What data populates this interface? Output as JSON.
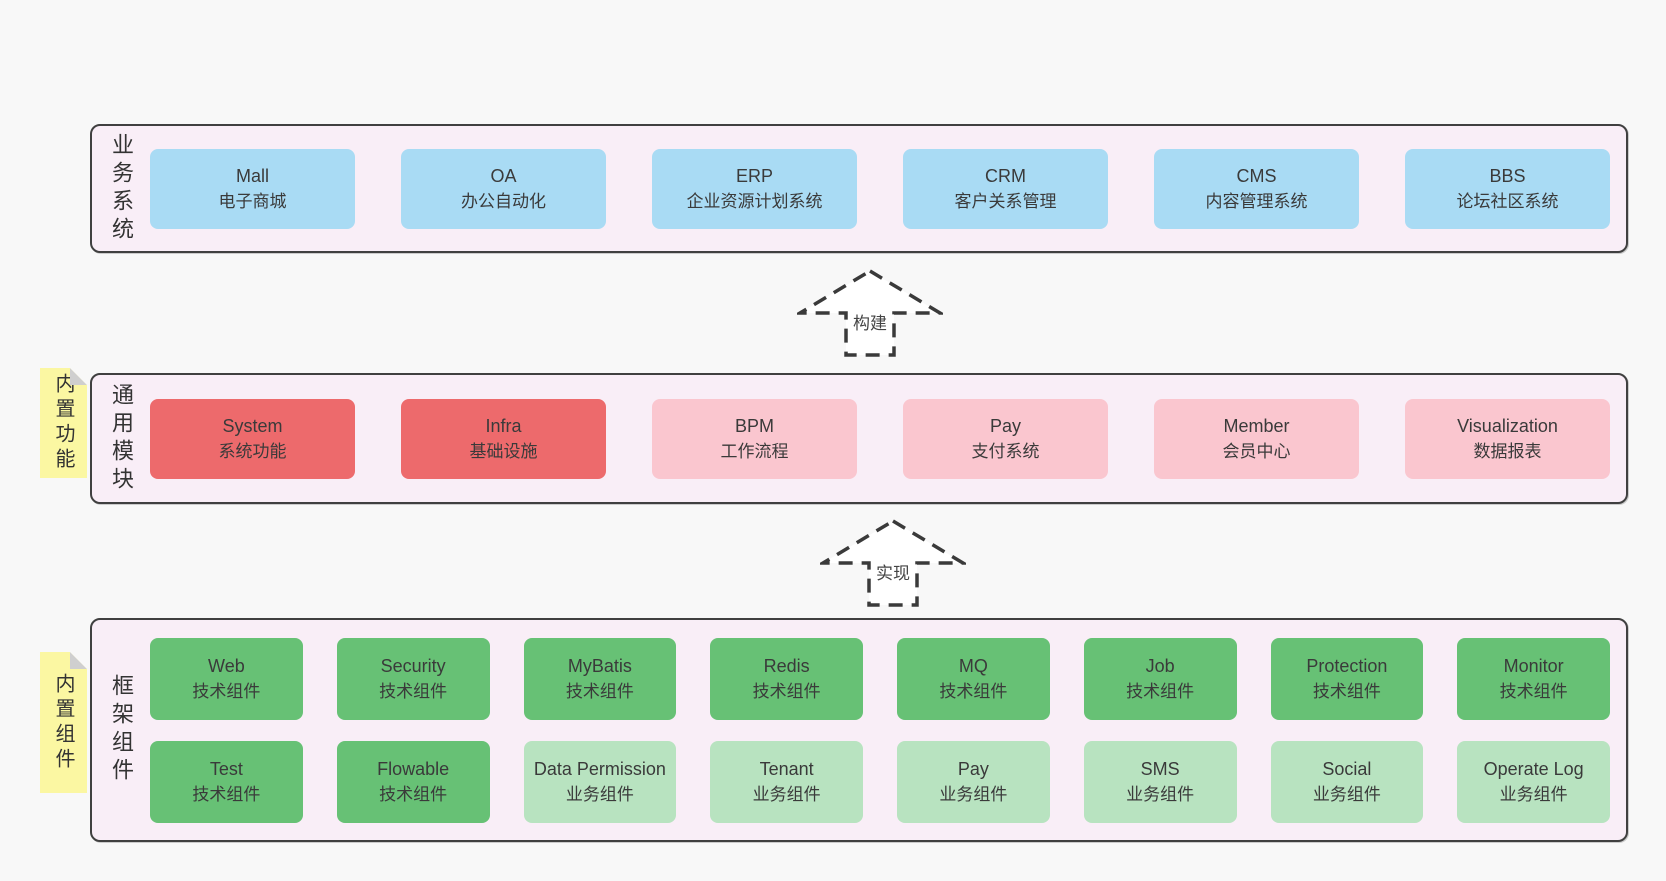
{
  "page": {
    "background": "#f8f8f8"
  },
  "colors": {
    "container_bg": "#f9eef7",
    "container_border": "#404040",
    "blue_box": "#a9dbf4",
    "red_box": "#ed6a6c",
    "pink_box": "#fac6cf",
    "green_box": "#67c175",
    "light_green_box": "#b8e3c0",
    "note_bg": "#fbf7a2",
    "note_fold": "#cfcfcf",
    "text": "#3a3a3a"
  },
  "sections": [
    {
      "label": "业务系统",
      "boxes": [
        {
          "en": "Mall",
          "zh": "电子商城"
        },
        {
          "en": "OA",
          "zh": "办公自动化"
        },
        {
          "en": "ERP",
          "zh": "企业资源计划系统"
        },
        {
          "en": "CRM",
          "zh": "客户关系管理"
        },
        {
          "en": "CMS",
          "zh": "内容管理系统"
        },
        {
          "en": "BBS",
          "zh": "论坛社区系统"
        }
      ]
    },
    {
      "label": "通用模块",
      "note": "内置功能",
      "boxes": [
        {
          "en": "System",
          "zh": "系统功能"
        },
        {
          "en": "Infra",
          "zh": "基础设施"
        },
        {
          "en": "BPM",
          "zh": "工作流程"
        },
        {
          "en": "Pay",
          "zh": "支付系统"
        },
        {
          "en": "Member",
          "zh": "会员中心"
        },
        {
          "en": "Visualization",
          "zh": "数据报表"
        }
      ]
    },
    {
      "label": "框架组件",
      "note": "内置组件",
      "rows": [
        [
          {
            "en": "Web",
            "zh": "技术组件"
          },
          {
            "en": "Security",
            "zh": "技术组件"
          },
          {
            "en": "MyBatis",
            "zh": "技术组件"
          },
          {
            "en": "Redis",
            "zh": "技术组件"
          },
          {
            "en": "MQ",
            "zh": "技术组件"
          },
          {
            "en": "Job",
            "zh": "技术组件"
          },
          {
            "en": "Protection",
            "zh": "技术组件"
          },
          {
            "en": "Monitor",
            "zh": "技术组件"
          }
        ],
        [
          {
            "en": "Test",
            "zh": "技术组件"
          },
          {
            "en": "Flowable",
            "zh": "技术组件"
          },
          {
            "en": "Data Permission",
            "zh": "业务组件"
          },
          {
            "en": "Tenant",
            "zh": "业务组件"
          },
          {
            "en": "Pay",
            "zh": "业务组件"
          },
          {
            "en": "SMS",
            "zh": "业务组件"
          },
          {
            "en": "Social",
            "zh": "业务组件"
          },
          {
            "en": "Operate Log",
            "zh": "业务组件"
          }
        ]
      ]
    }
  ],
  "arrows": [
    {
      "label": "构建"
    },
    {
      "label": "实现"
    }
  ]
}
